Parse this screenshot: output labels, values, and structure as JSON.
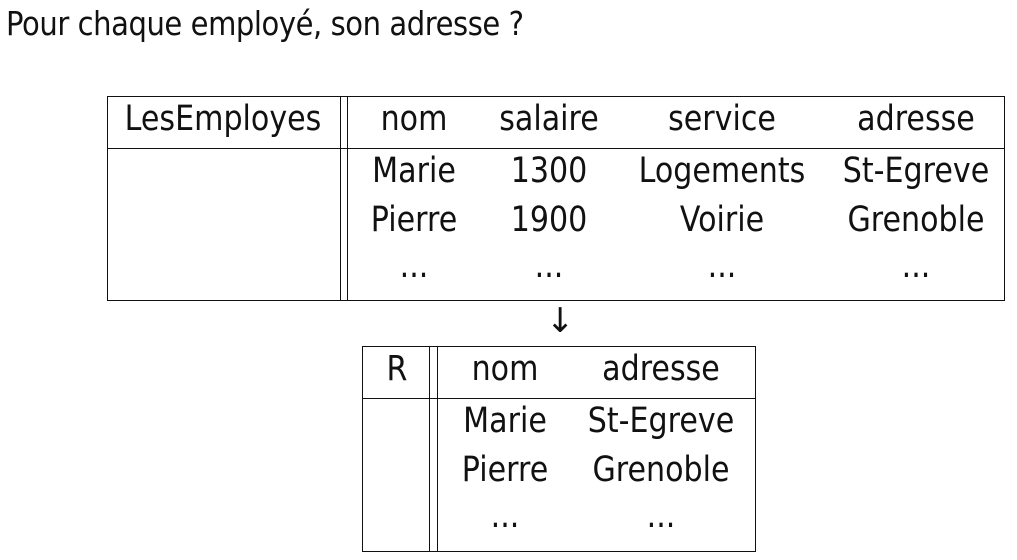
{
  "question": "Pour chaque employé, son adresse ?",
  "source_table": {
    "name": "LesEmployes",
    "columns": [
      "nom",
      "salaire",
      "service",
      "adresse"
    ],
    "rows": [
      [
        "Marie",
        "1300",
        "Logements",
        "St-Egreve"
      ],
      [
        "Pierre",
        "1900",
        "Voirie",
        "Grenoble"
      ],
      [
        "...",
        "...",
        "...",
        "..."
      ]
    ]
  },
  "arrow": "↓",
  "result_table": {
    "name": "R",
    "columns": [
      "nom",
      "adresse"
    ],
    "rows": [
      [
        "Marie",
        "St-Egreve"
      ],
      [
        "Pierre",
        "Grenoble"
      ],
      [
        "...",
        "..."
      ]
    ]
  }
}
